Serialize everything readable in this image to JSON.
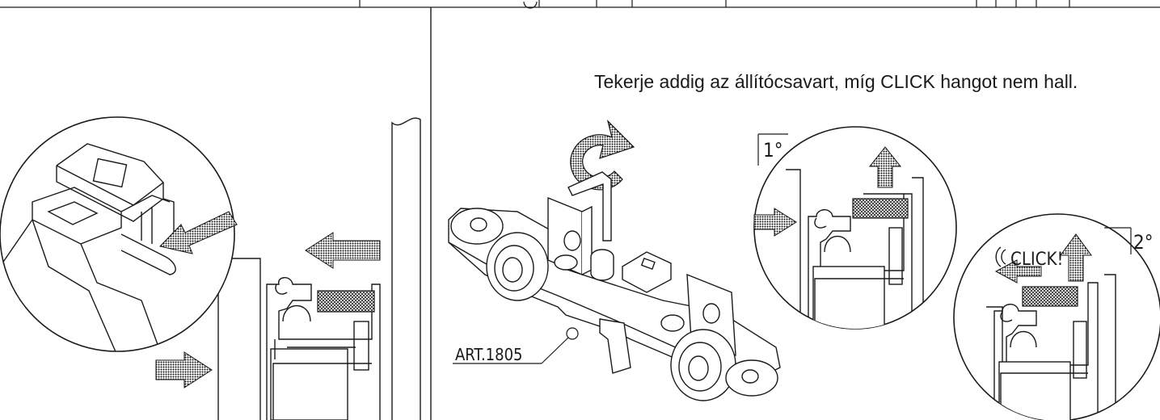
{
  "instruction": "Tekerje addig az állítócsavart, míg CLICK hangot nem hall.",
  "part_label": "ART.1805",
  "step_1": "1°",
  "step_2": "2°",
  "click_label": "CLICK!",
  "colors": {
    "line": "#1a1a1a",
    "hatch": "#333333",
    "background": "#ffffff"
  },
  "icons": [
    "rotate-arrow-icon",
    "hex-key-icon",
    "push-arrow-icon",
    "lift-arrow-icon",
    "sound-waves-icon"
  ]
}
